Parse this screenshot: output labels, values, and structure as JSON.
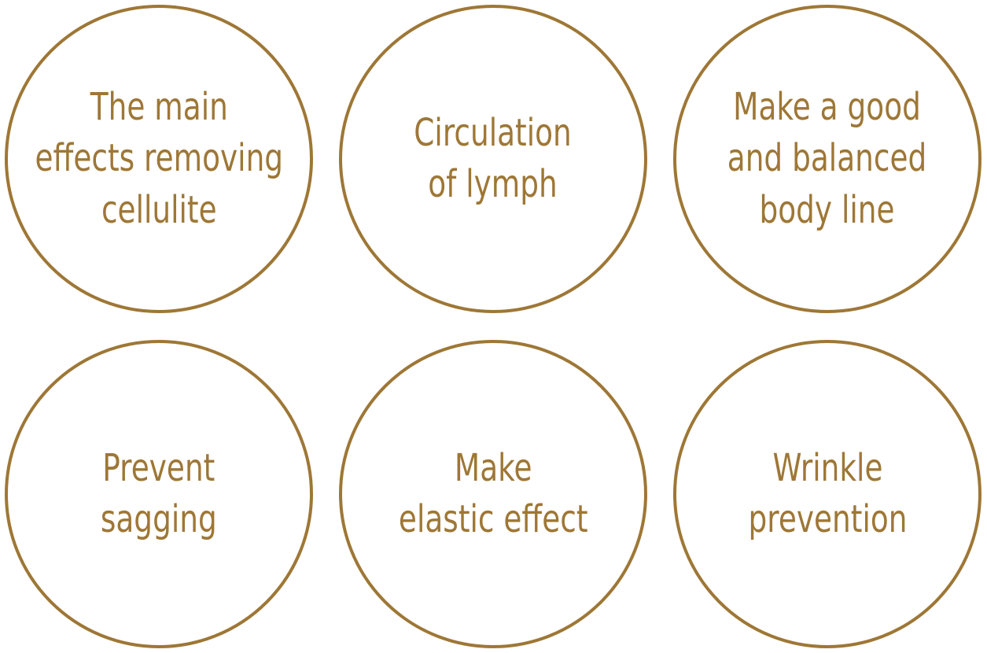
{
  "accent_color": "#9e7736",
  "circles": [
    {
      "lines": [
        "The main",
        "effects removing",
        "cellulite"
      ]
    },
    {
      "lines": [
        "Circulation",
        "of lymph"
      ]
    },
    {
      "lines": [
        "Make a good",
        "and balanced",
        "body line"
      ]
    },
    {
      "lines": [
        "Prevent",
        "sagging"
      ]
    },
    {
      "lines": [
        "Make",
        "elastic effect"
      ]
    },
    {
      "lines": [
        "Wrinkle",
        "prevention"
      ]
    }
  ]
}
